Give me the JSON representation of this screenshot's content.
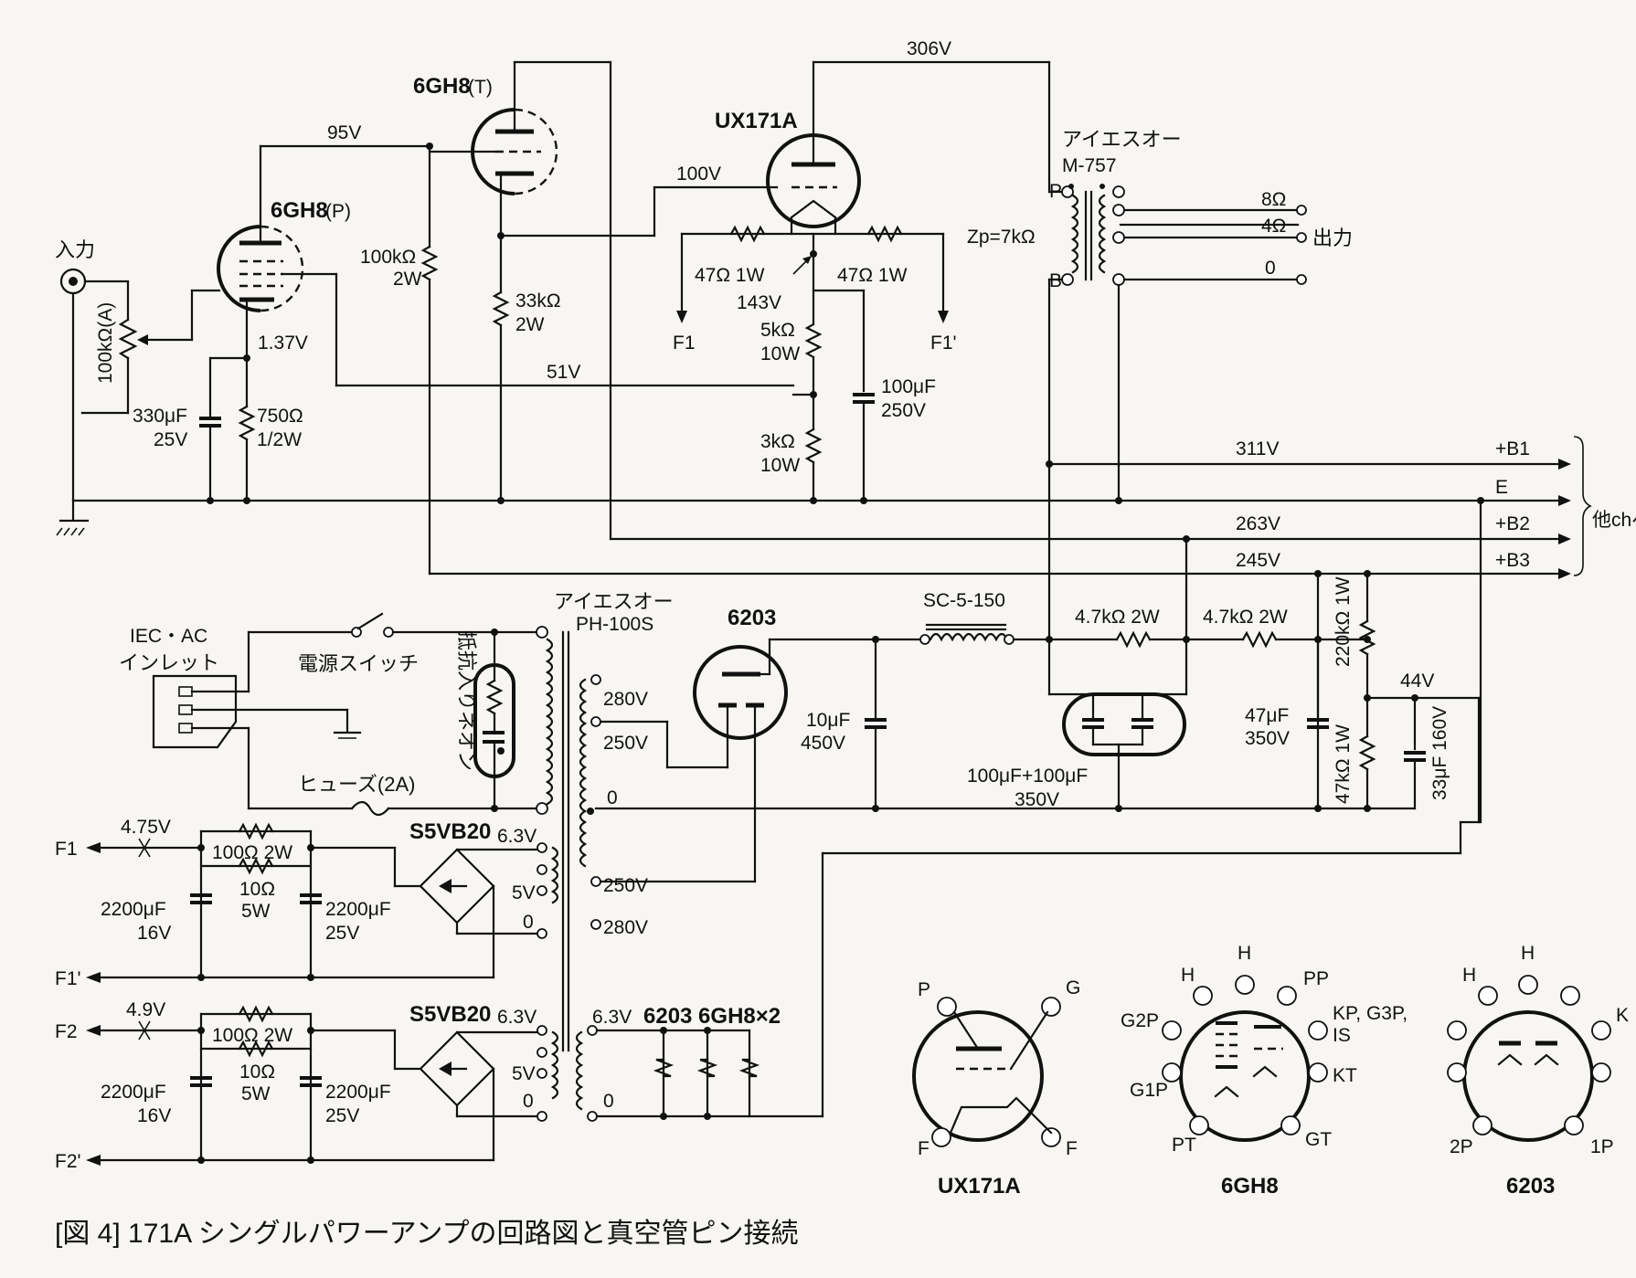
{
  "caption": "[図 4] 171A シングルパワーアンプの回路図と真空管ピン接続",
  "tubes": {
    "v1": "6GH8",
    "v1_tag": "(P)",
    "v2": "6GH8",
    "v2_tag": "(T)",
    "v3": "UX171A",
    "v4": "6203"
  },
  "voltages": {
    "v306": "306V",
    "v95": "95V",
    "v100": "100V",
    "v137": "1.37V",
    "v143": "143V",
    "v51": "51V",
    "v311": "311V",
    "v263": "263V",
    "v245": "245V",
    "v44": "44V",
    "v475": "4.75V",
    "v49": "4.9V"
  },
  "components": {
    "input_label": "入力",
    "vol": "100kΩ(A)",
    "c330": "330μF",
    "c330v": "25V",
    "r750": "750Ω",
    "r750w": "1/2W",
    "r100k": "100kΩ",
    "r100kw": "2W",
    "r33k": "33kΩ",
    "r33kw": "2W",
    "r47a": "47Ω 1W",
    "r47b": "47Ω 1W",
    "r5k": "5kΩ",
    "r5kw": "10W",
    "r3k": "3kΩ",
    "r3kw": "10W",
    "c100": "100μF",
    "c100v": "250V",
    "f1": "F1",
    "f1p": "F1'",
    "opt_maker": "アイエスオー",
    "opt_model": "M-757",
    "zp": "Zp=7kΩ",
    "tap8": "8Ω",
    "tap4": "4Ω",
    "tap0": "0",
    "out_label": "出力",
    "p_label": "P",
    "b_label": "B",
    "rail_b1": "+B1",
    "rail_e": "E",
    "rail_b2": "+B2",
    "rail_b3": "+B3",
    "other_ch": "他chへ",
    "iec1": "IEC・AC",
    "iec2": "インレット",
    "switch": "電源スイッチ",
    "fuse": "ヒューズ(2A)",
    "neon": "抵抗入りネオン",
    "pt_maker": "アイエスオー",
    "pt_model": "PH-100S",
    "s280a": "280V",
    "s250a": "250V",
    "s0": "0",
    "s250b": "250V",
    "s280b": "280V",
    "h63a": "6.3V",
    "h5a": "5V",
    "h0a": "0",
    "h63b": "6.3V",
    "h5b": "5V",
    "h0b": "0",
    "h63c": "6.3V",
    "h0c": "0",
    "heater_loads": "6203 6GH8×2",
    "choke": "SC-5-150",
    "r47k1": "4.7kΩ 2W",
    "r47k2": "4.7kΩ 2W",
    "c10": "10μF",
    "c10v": "450V",
    "c100x2": "100μF+100μF",
    "c100x2v": "350V",
    "c47": "47μF",
    "c47v": "350V",
    "r220k": "220kΩ 1W",
    "r47kb": "47kΩ 1W",
    "c33": "33μF 160V",
    "bridge1": "S5VB20",
    "bridge2": "S5VB20",
    "r100a": "100Ω 2W",
    "r10a": "10Ω",
    "r10aw": "5W",
    "c2200a": "2200μF",
    "c2200av": "16V",
    "c2200b": "2200μF",
    "c2200bv": "25V",
    "r100b": "100Ω 2W",
    "r10b": "10Ω",
    "r10bw": "5W",
    "c2200c": "2200μF",
    "c2200cv": "16V",
    "c2200d": "2200μF",
    "c2200dv": "25V",
    "f2": "F2",
    "f2p": "F2'"
  },
  "pinouts": {
    "ux171a": {
      "title": "UX171A",
      "p": "P",
      "g": "G",
      "f1": "F",
      "f2": "F"
    },
    "g6gh8": {
      "title": "6GH8",
      "h1": "H",
      "h2": "H",
      "pp": "PP",
      "kp": "KP, G3P,",
      "is": "IS",
      "kt": "KT",
      "gt": "GT",
      "pt": "PT",
      "g1p": "G1P",
      "g2p": "G2P"
    },
    "t6203": {
      "title": "6203",
      "h1": "H",
      "h2": "H",
      "k": "K",
      "p1": "1P",
      "p2": "2P"
    }
  }
}
